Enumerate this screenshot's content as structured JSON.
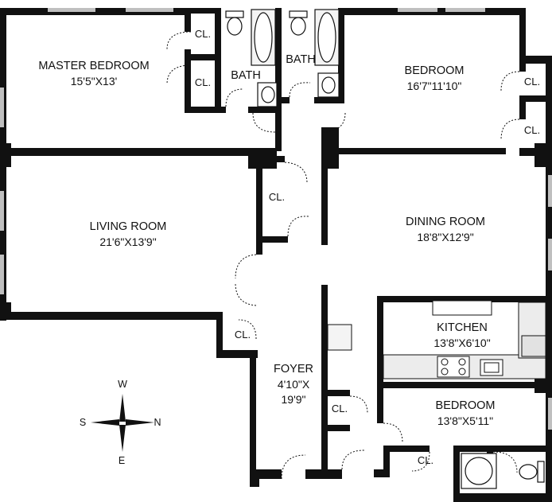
{
  "rooms": {
    "master_bedroom": {
      "name": "MASTER BEDROOM",
      "dims": "15'5\"X13'"
    },
    "bedroom_ne": {
      "name": "BEDROOM",
      "dims": "16'7\"11'10\""
    },
    "bath_left": {
      "name": "BATH"
    },
    "bath_right": {
      "name": "BATH"
    },
    "living_room": {
      "name": "LIVING ROOM",
      "dims": "21'6\"X13'9\""
    },
    "dining_room": {
      "name": "DINING ROOM",
      "dims": "18'8\"X12'9\""
    },
    "kitchen": {
      "name": "KITCHEN",
      "dims": "13'8\"X6'10\""
    },
    "foyer": {
      "name": "FOYER",
      "dims_line1": "4'10\"X",
      "dims_line2": "19'9\""
    },
    "bedroom_small": {
      "name": "BEDROOM",
      "dims": "13'8\"X5'11\""
    }
  },
  "closet_label": "CL.",
  "compass": {
    "top": "W",
    "bottom": "E",
    "left": "S",
    "right": "N"
  },
  "colors": {
    "wall": "#111111",
    "background": "#ffffff",
    "window": "#bfbfbf",
    "fixture": "#ececec"
  }
}
